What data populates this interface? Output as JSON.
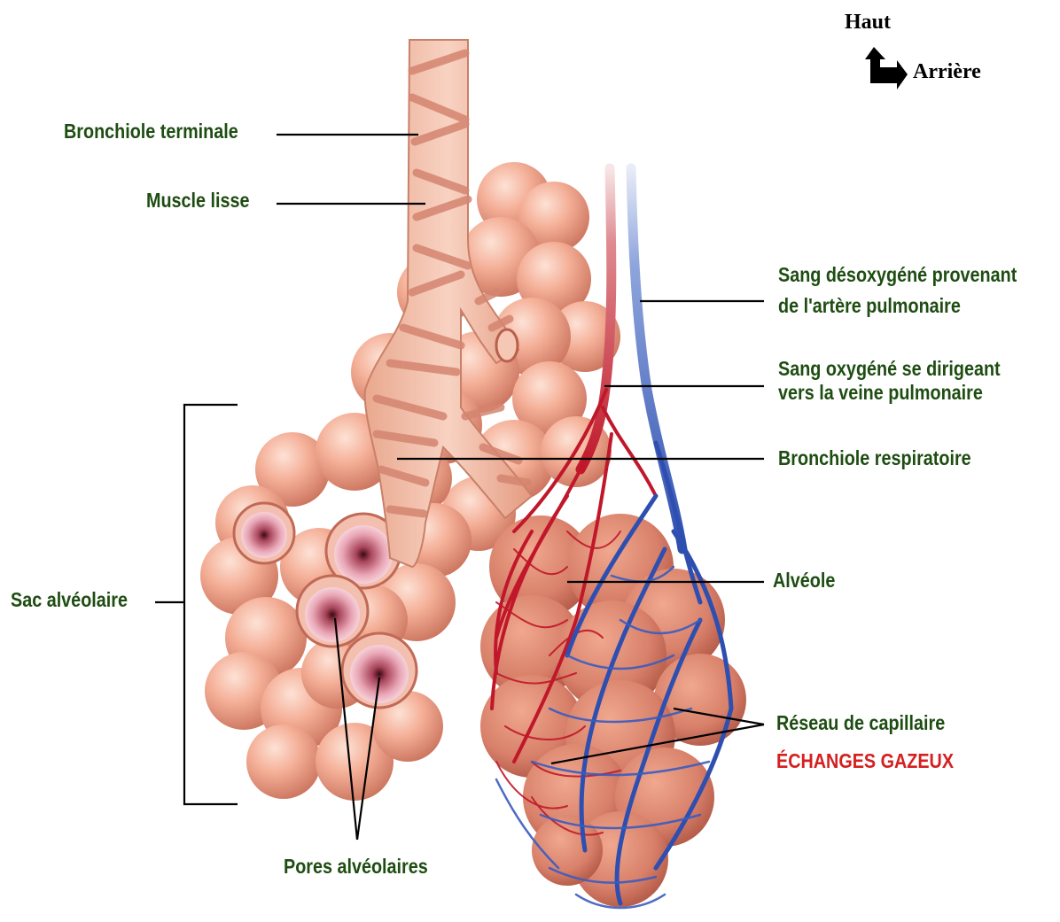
{
  "orientation": {
    "up_label": "Haut",
    "back_label": "Arrière",
    "icon": "corner-arrow-icon"
  },
  "labels": {
    "bronchiole_terminale": "Bronchiole terminale",
    "muscle_lisse": "Muscle lisse",
    "sang_desoxygene_line1": "Sang désoxygéné provenant",
    "sang_desoxygene_line2": "de l'artère pulmonaire",
    "sang_oxygene_line1": "Sang oxygéné se dirigeant",
    "sang_oxygene_line2": "vers la veine pulmonaire",
    "bronchiole_respiratoire": "Bronchiole respiratoire",
    "alveole": "Alvéole",
    "sac_alveolaire": "Sac alvéolaire",
    "reseau_capillaire": "Réseau de capillaire",
    "echanges_gazeux": "ÉCHANGES GAZEUX",
    "pores_alveolaires": "Pores alvéolaires"
  },
  "colors": {
    "label_text": "#1e4d12",
    "highlight_text": "#d42020",
    "alveolus_fill": "#f2a58c",
    "alveolus_shade": "#c9705a",
    "artery_red": "#c0182a",
    "vein_blue": "#2e4fb0",
    "leader_line": "#000000"
  }
}
